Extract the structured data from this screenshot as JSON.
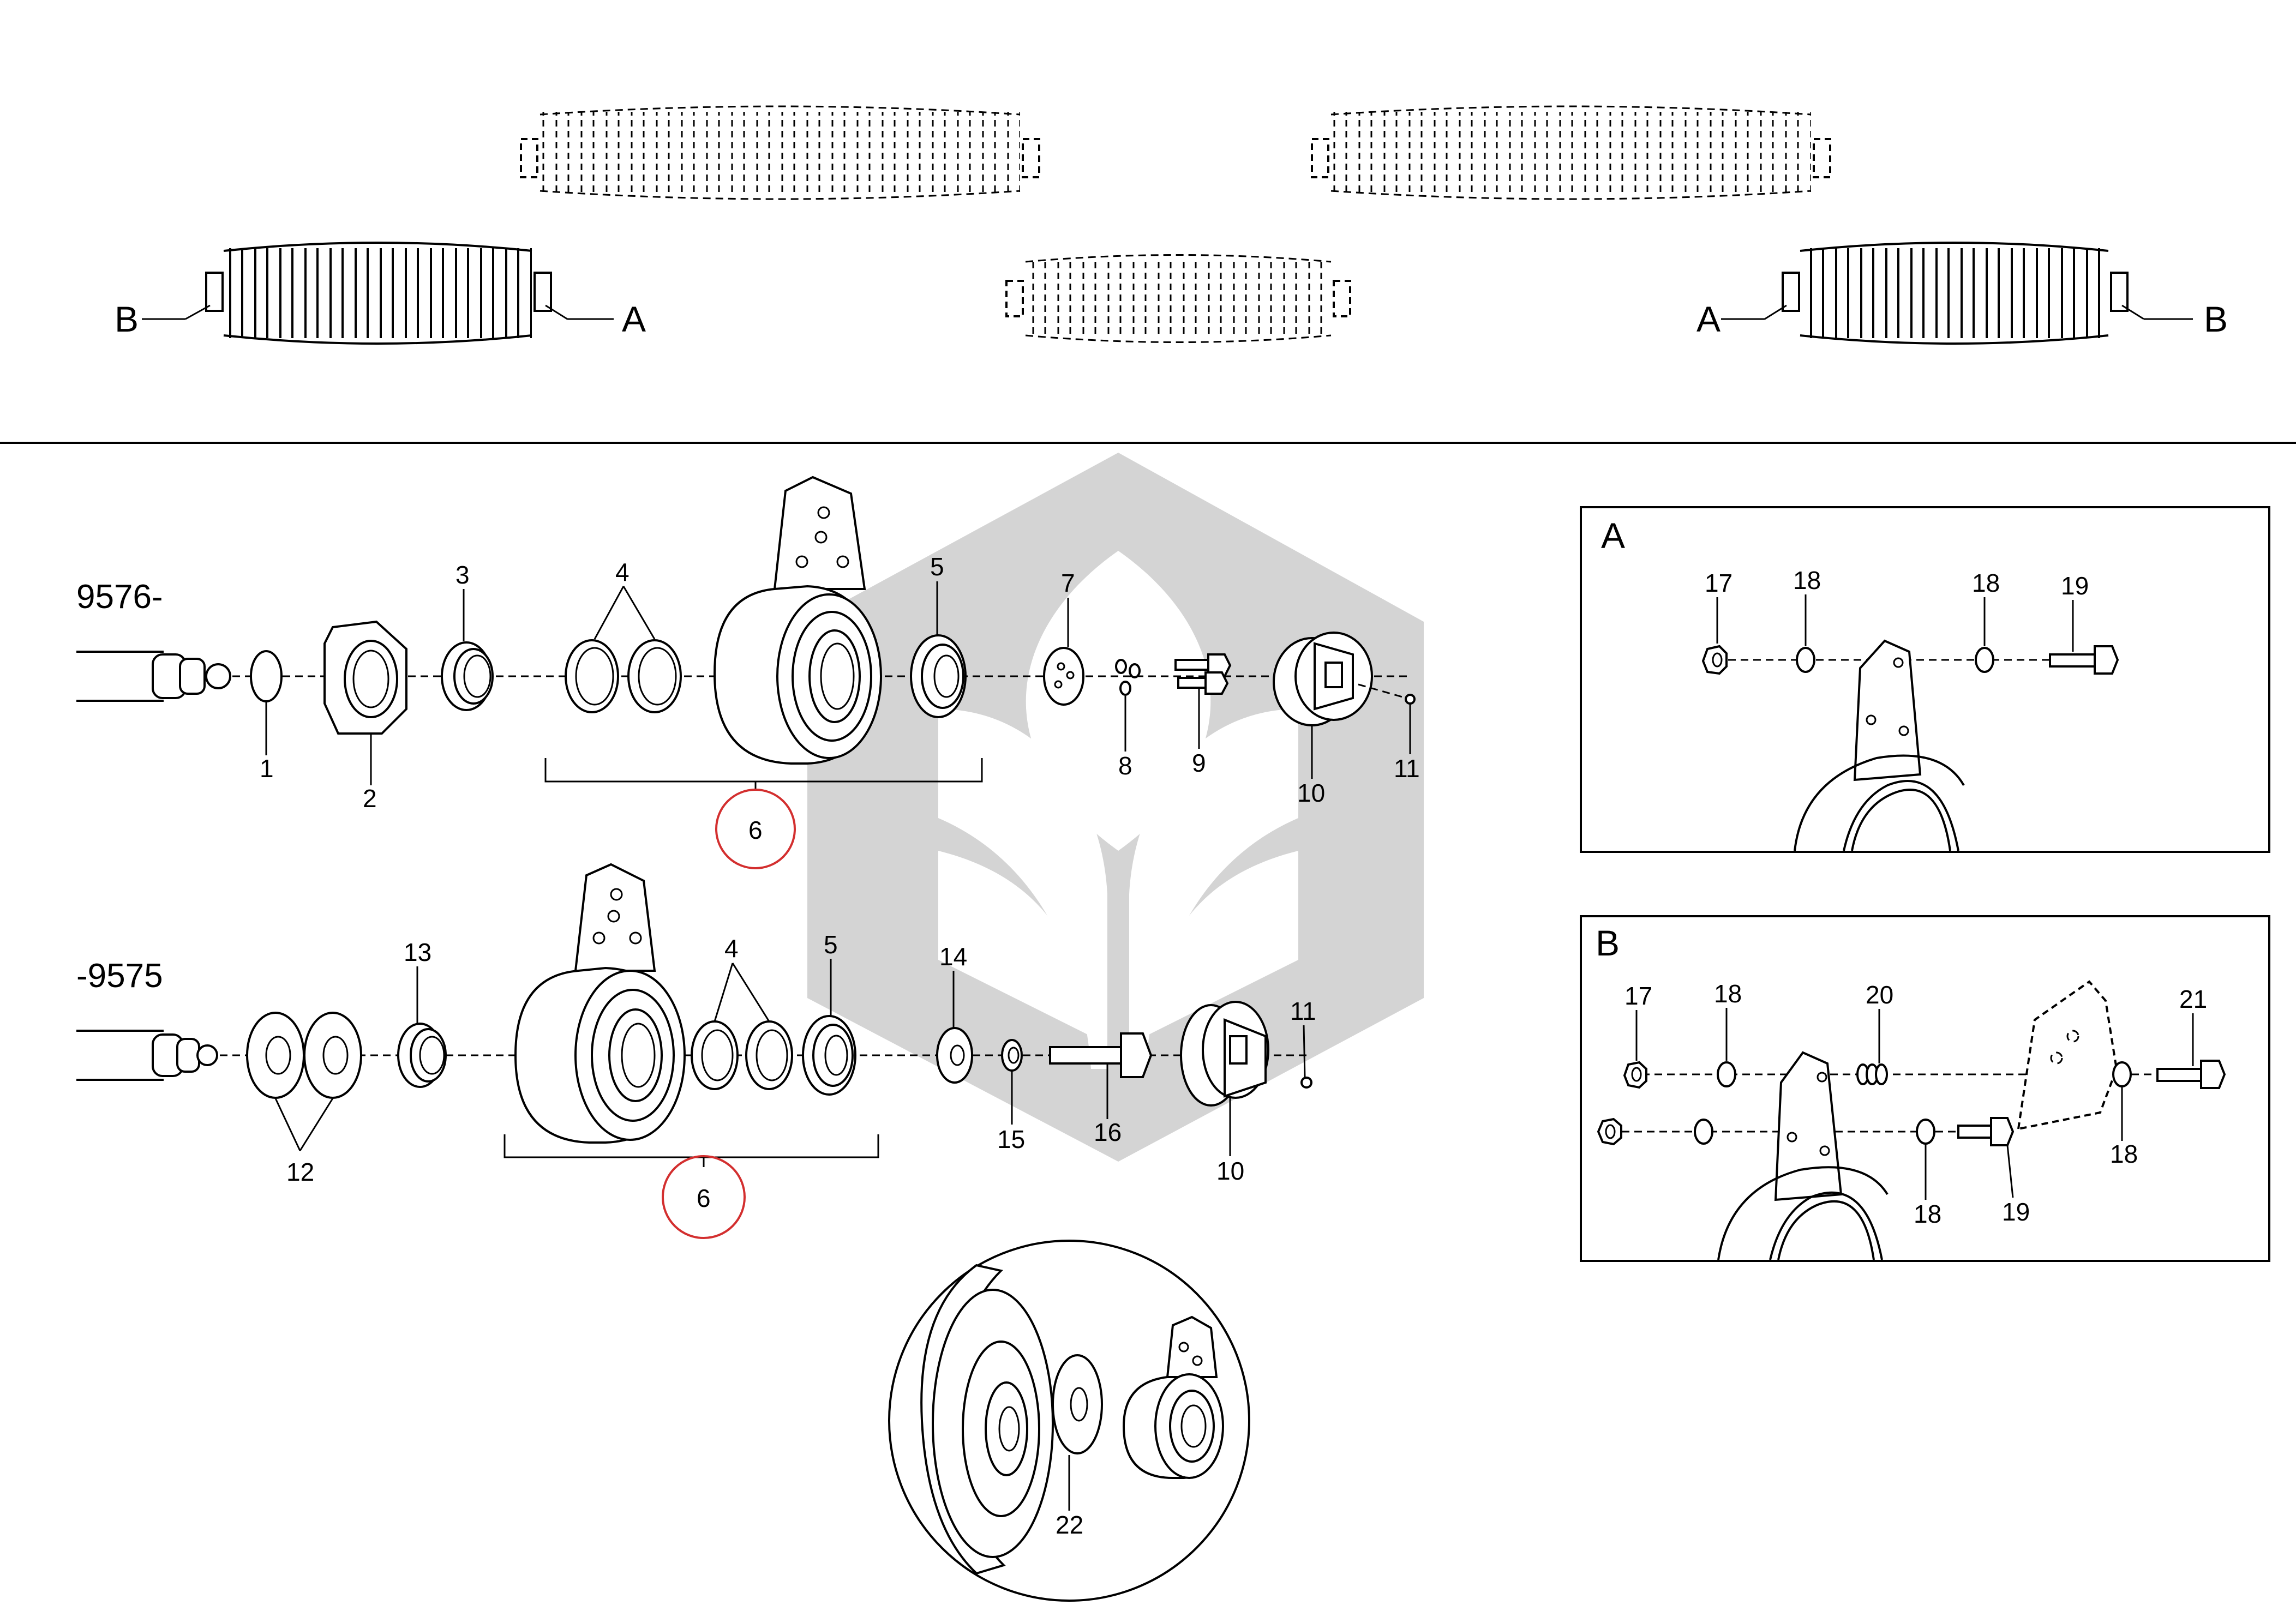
{
  "ref_letters": {
    "a": "A",
    "b": "B"
  },
  "variants": {
    "upper": "9576-",
    "lower": "-9575"
  },
  "insets": {
    "a_title": "A",
    "b_title": "B"
  },
  "callouts": {
    "c1": "1",
    "c2": "2",
    "c3": "3",
    "c4": "4",
    "c5": "5",
    "c6": "6",
    "c7": "7",
    "c8": "8",
    "c9": "9",
    "c10": "10",
    "c11": "11",
    "c12": "12",
    "c13": "13",
    "c14": "14",
    "c15": "15",
    "c16": "16",
    "c17": "17",
    "c18": "18",
    "c19": "19",
    "c20": "20",
    "c21": "21",
    "c22": "22"
  },
  "colors": {
    "line": "#000000",
    "highlight_circle": "#d32f2f",
    "watermark": "#d4d4d4"
  },
  "watermark_icon": "leaf-hexagon-logo"
}
